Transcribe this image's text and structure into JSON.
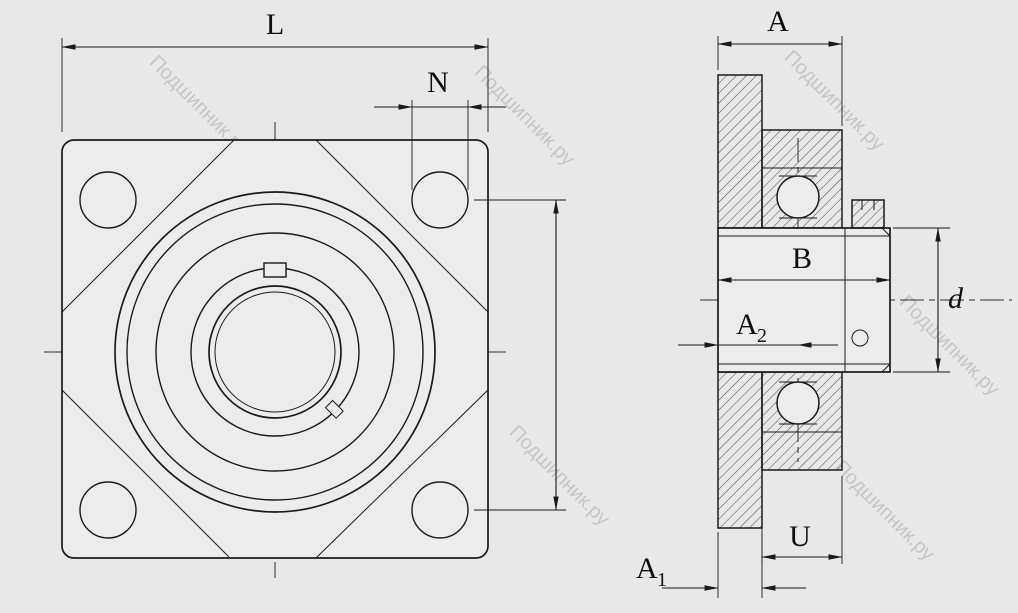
{
  "watermark": {
    "text": "Подшипник.ру"
  },
  "dimensions": {
    "L": "L",
    "N": "N",
    "A": "A",
    "B": "B",
    "d": "d",
    "U": "U",
    "A1": {
      "base": "A",
      "sub": "1"
    },
    "A2": {
      "base": "A",
      "sub": "2"
    }
  },
  "colors": {
    "background": "#e8e8e8",
    "line": "#1a1a1a",
    "hatch": "#4a4a4a",
    "watermark": "#bdbdbd"
  }
}
